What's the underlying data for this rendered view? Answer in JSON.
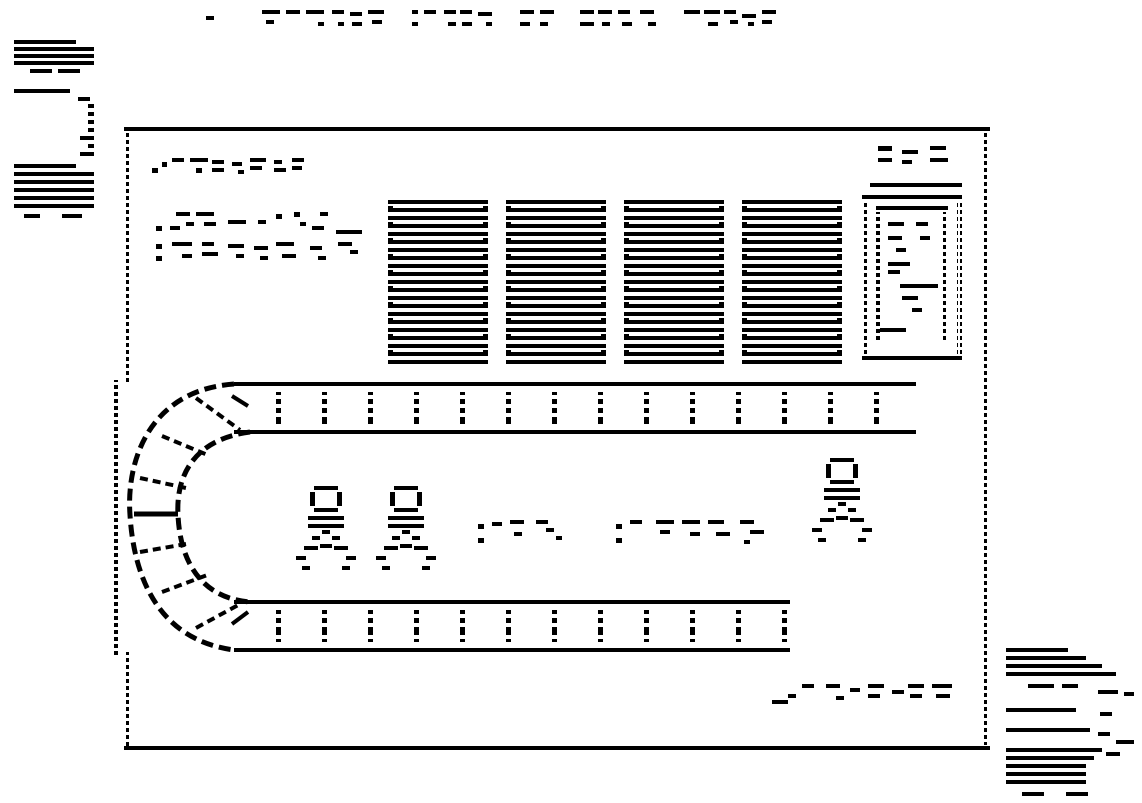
{
  "diagram": {
    "style": "braille-tactile-graphic",
    "ink_color": "#000000",
    "paper_color": "#ffffff",
    "title_cells": [
      "⠠",
      "",
      "⠋⠊⠗⠑⠍⠁⠝⠎",
      "⠠⠇⠁⠙⠙⠑⠗",
      "⠕⠋",
      "⠇⠁⠙⠙⠑⠗",
      "⠞⠗⠥⠉⠅⠎"
    ],
    "scale_labels": {
      "top_left_corner": "",
      "bottom_right_corner": ""
    },
    "icons": {
      "fire_truck_top": "fire-truck-top-icon",
      "fire_truck_bottom": "fire-truck-bottom-icon",
      "person": "person-icon",
      "lockers": "locker-icon",
      "door_panel": "door-panel-icon",
      "ladder": "ladder-icon"
    },
    "people_count": 3,
    "lockers_count": 4
  }
}
